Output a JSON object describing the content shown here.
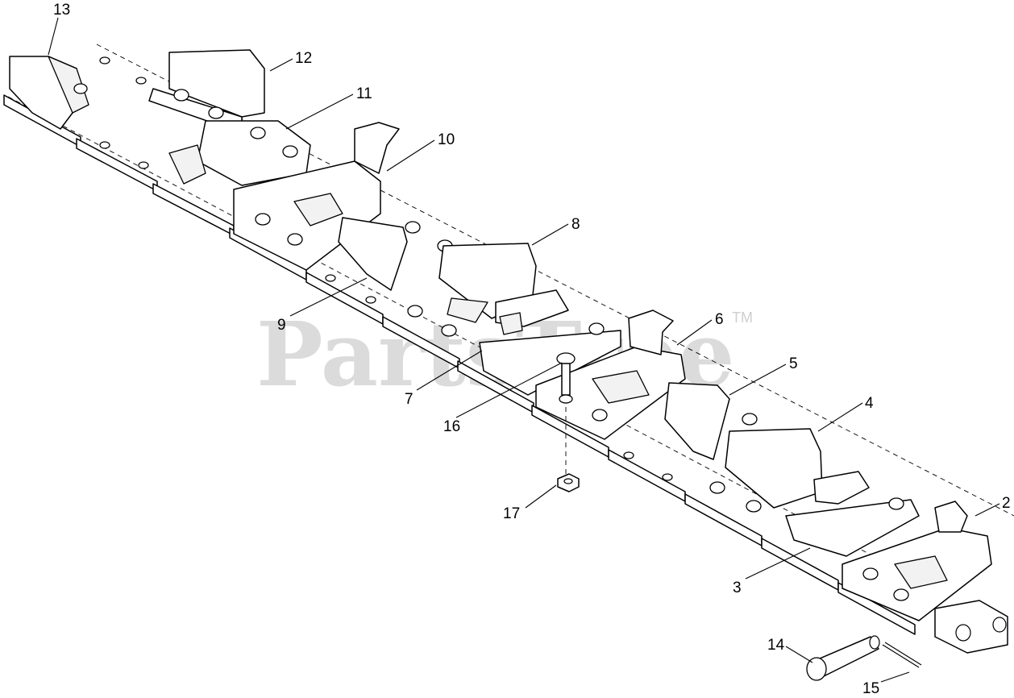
{
  "watermark": {
    "text": "PartsTree",
    "tm": "TM"
  },
  "callouts": {
    "c2": "2",
    "c3": "3",
    "c4": "4",
    "c5": "5",
    "c6": "6",
    "c7": "7",
    "c8": "8",
    "c9": "9",
    "c10": "10",
    "c11": "11",
    "c12": "12",
    "c13": "13",
    "c14": "14",
    "c15": "15",
    "c16": "16",
    "c17": "17"
  }
}
